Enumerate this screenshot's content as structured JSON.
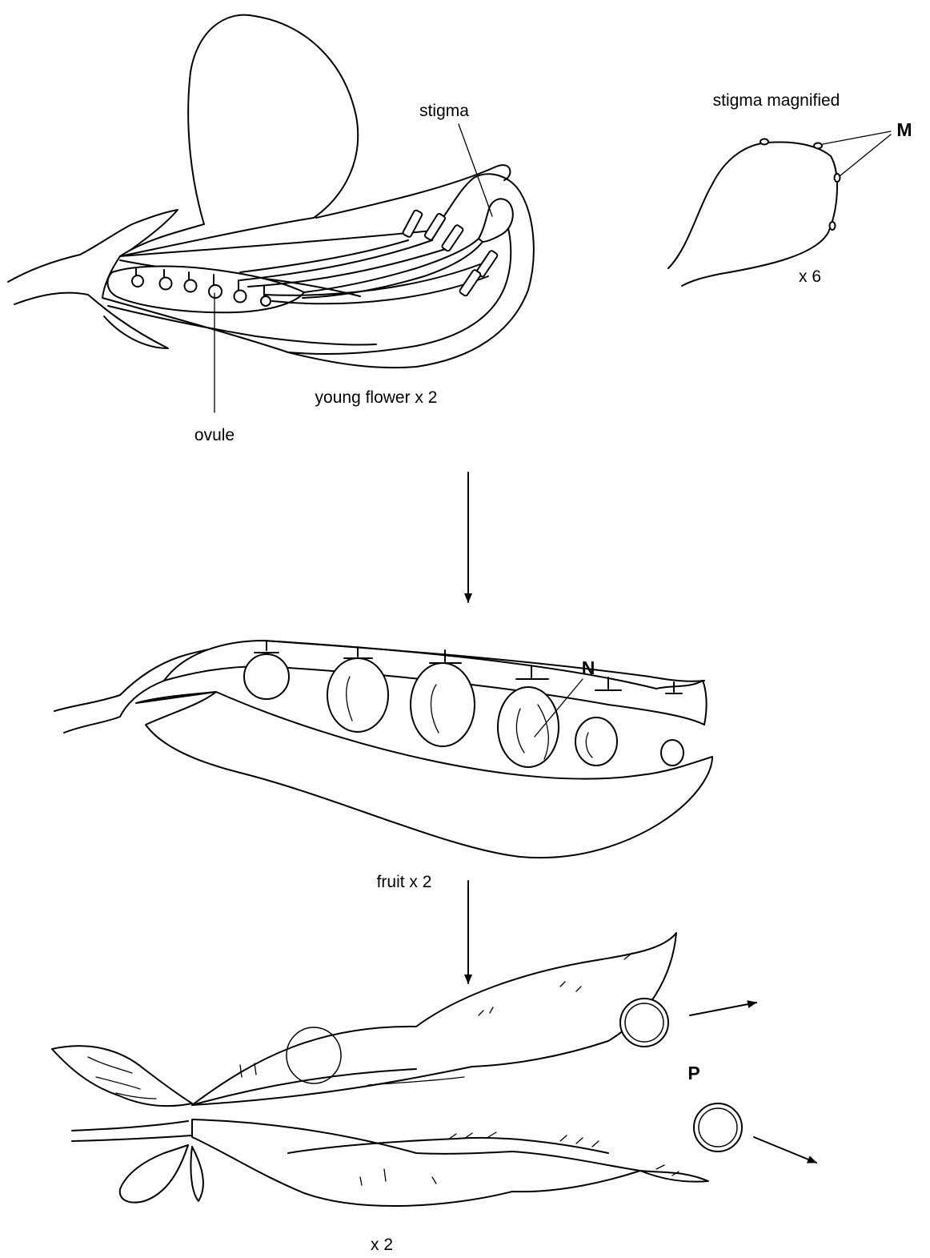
{
  "labels": {
    "stigma": "stigma",
    "stigma_magnified": "stigma magnified",
    "M": "M",
    "x6": "x 6",
    "young_flower": "young flower x 2",
    "ovule": "ovule",
    "N": "N",
    "fruit": "fruit x 2",
    "P": "P",
    "x2": "x 2"
  },
  "colors": {
    "line": "#000000",
    "background": "#ffffff"
  }
}
